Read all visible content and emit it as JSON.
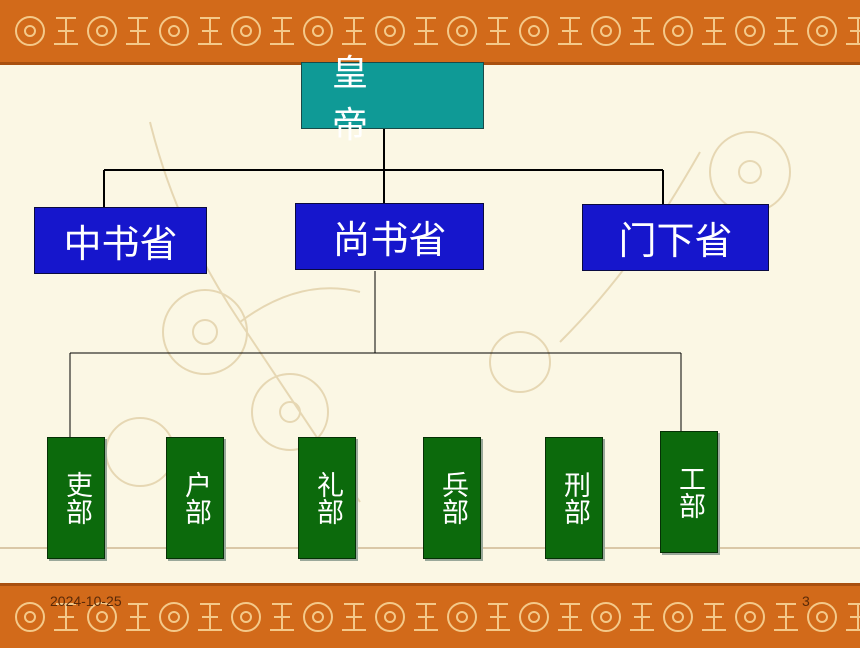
{
  "diagram": {
    "root": {
      "label": "皇　帝"
    },
    "departments": [
      {
        "label": "中书省"
      },
      {
        "label": "尚书省"
      },
      {
        "label": "门下省"
      }
    ],
    "ministries": [
      {
        "label": "吏部"
      },
      {
        "label": "户部"
      },
      {
        "label": "礼部"
      },
      {
        "label": "兵部"
      },
      {
        "label": "刑部"
      },
      {
        "label": "工部"
      }
    ]
  },
  "footer": {
    "date": "2024-10-25",
    "page": "3"
  },
  "colors": {
    "border_band": "#d26a1a",
    "background": "#fbf7e4",
    "root_fill": "#0f9a96",
    "department_fill": "#1616cc",
    "ministry_fill": "#0c6a0c"
  }
}
